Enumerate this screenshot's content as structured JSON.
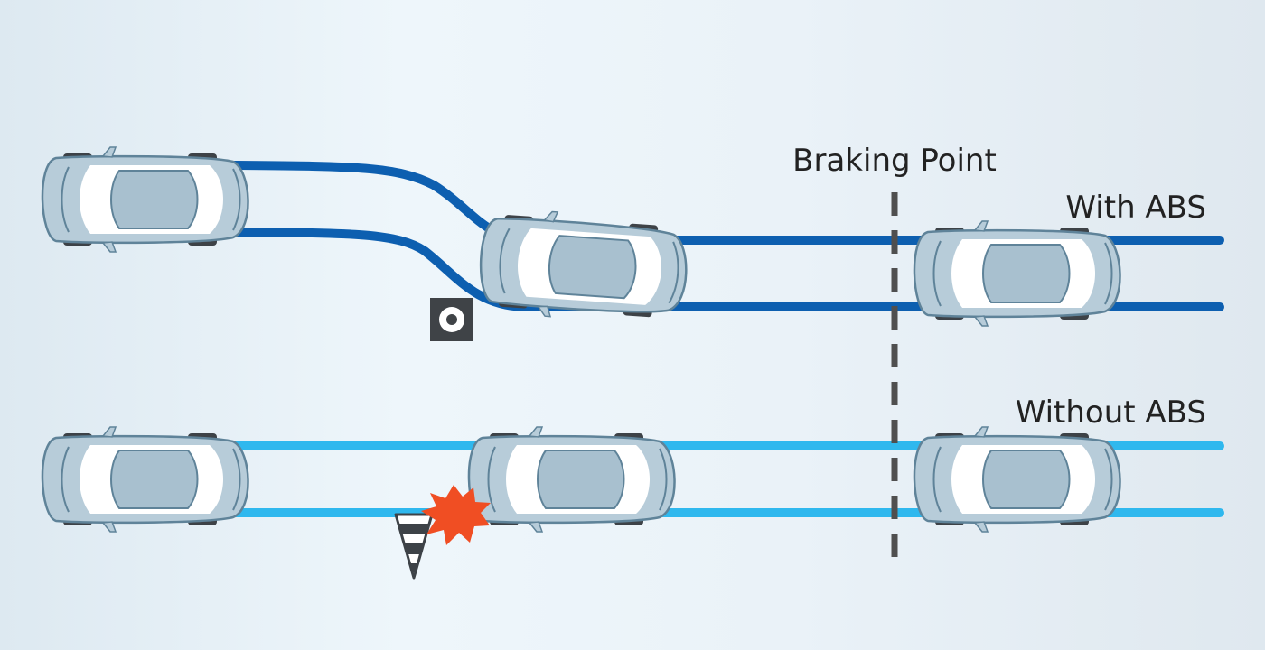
{
  "labels": {
    "braking_point": "Braking Point",
    "with_abs": "With ABS",
    "without_abs": "Without ABS"
  },
  "icons": {
    "obstacle_marker": "target-box-icon",
    "traffic_cone": "traffic-cone-icon",
    "collision": "collision-burst-icon",
    "car": "car-topview-icon"
  },
  "colors": {
    "with_abs_track": "#0d5fb0",
    "without_abs_track": "#2fb8ee",
    "braking_line": "#4f4f4f",
    "collision": "#f04e23",
    "car_body": "#b7ccd9",
    "car_outline": "#5f8399"
  }
}
